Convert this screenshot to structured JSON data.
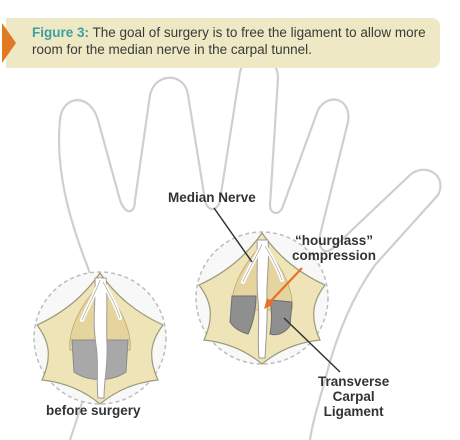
{
  "caption": {
    "label": "Figure 3:",
    "text": " The goal of surgery is to free the ligament to allow more room for the median nerve in the carpal tunnel."
  },
  "labels": {
    "median_nerve": "Median Nerve",
    "hourglass_line1": "“hourglass”",
    "hourglass_line2": "compression",
    "transverse_line1": "Transverse",
    "transverse_line2": "Carpal",
    "transverse_line3": "Ligament",
    "before_surgery": "before surgery"
  },
  "colors": {
    "caption_bg": "#eee8c4",
    "caption_accent": "#e07a22",
    "figure_label": "#3aa0a0",
    "tissue": "#efe3b8",
    "ligament": "#a8a8a8",
    "outline": "#bdbdbd",
    "arrow": "#e8702a"
  }
}
